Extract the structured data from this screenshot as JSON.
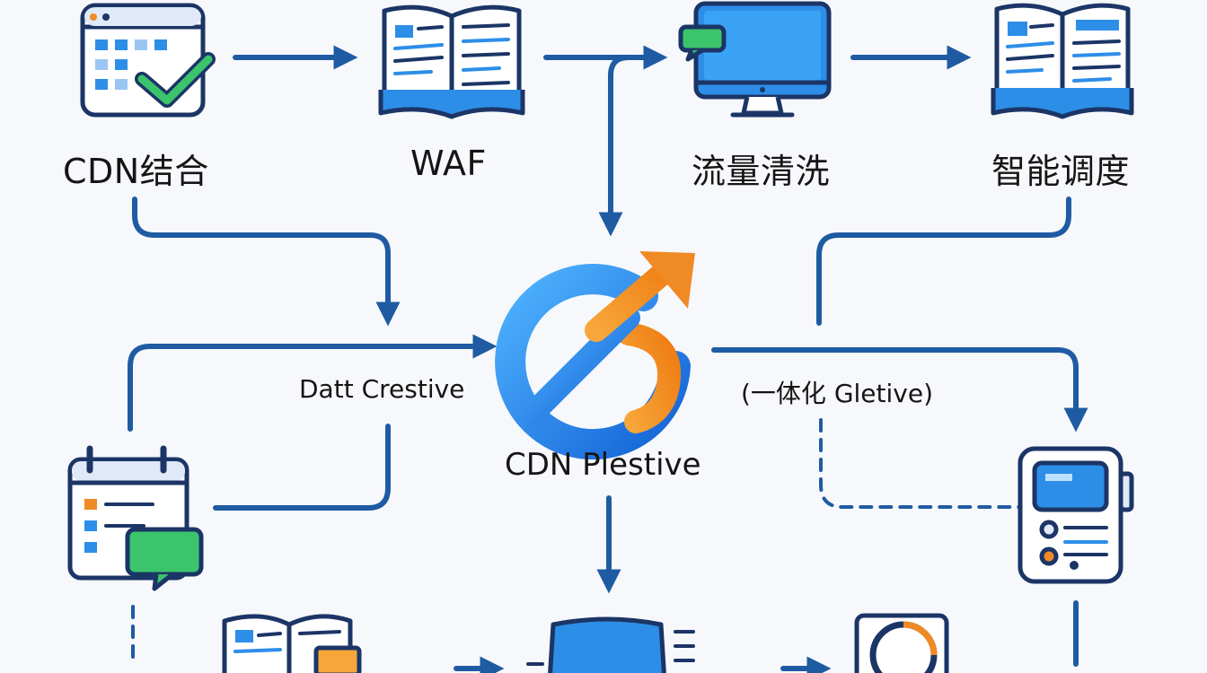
{
  "nodes": {
    "cdn": "CDN结合",
    "waf": "WAF",
    "traffic": "流量清洗",
    "scheduling": "智能调度",
    "center": "CDN Plestive",
    "left_mid": "Datt Crestive",
    "right_mid": "(一体化 Gletive)"
  },
  "colors": {
    "arrow": "#1f5ba3",
    "icon_outline": "#1b3566",
    "icon_blue": "#2d8ee8",
    "icon_green": "#3bc46b",
    "icon_orange": "#f08a24"
  }
}
